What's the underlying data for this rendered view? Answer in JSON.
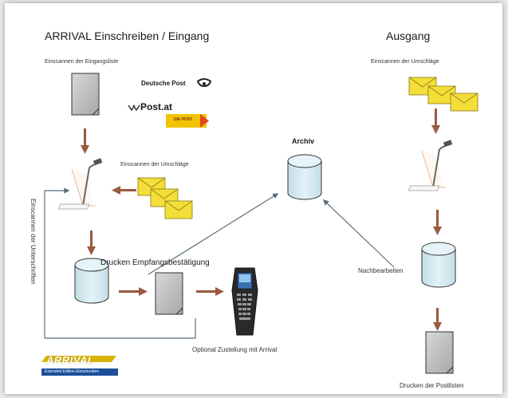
{
  "title_left": "ARRIVAL  Einschreiben / Eingang",
  "title_right": "Ausgang",
  "label_scan_list": "Einscannen der Eingangsliste",
  "label_scan_envelopes_left": "Einscannen der Umschläge",
  "label_scan_envelopes_right": "Einscannen der Umschläge",
  "label_archive": "Archiv",
  "label_print_confirmation": "Drucken Empfangsbestätigung",
  "label_postprocess": "Nachbearbeiten",
  "label_optional_delivery": "Optional Zustellung mit Arrival",
  "label_print_postlists": "Drucken der Postlisten",
  "label_scan_signatures": "Einscannen der Unterschriften",
  "logos": {
    "deutsche_post": "Deutsche Post",
    "post_at": "Post.at",
    "dhl": "DIE POST",
    "arrival_main": "ARRIVAL",
    "arrival_sub": "Extended Edition Einschreiben"
  },
  "colors": {
    "arrow_brown": "#9a5a40",
    "connector": "#5a6e7a",
    "cylinder": "#d6eaf0",
    "envelope": "#f3de3a"
  }
}
